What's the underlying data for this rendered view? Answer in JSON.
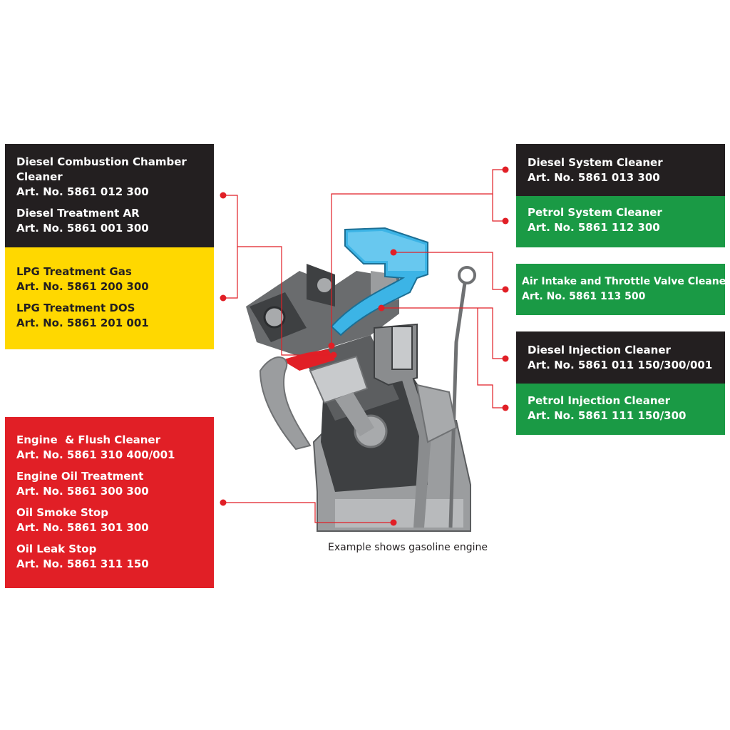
{
  "panels": {
    "diesel_combustion": {
      "color": "#231f20",
      "items": [
        {
          "name": "Diesel Combustion Chamber Cleaner",
          "art": "Art. No. 5861 012 300"
        },
        {
          "name": "Diesel Treatment AR",
          "art": "Art. No. 5861 001 300"
        }
      ]
    },
    "lpg": {
      "color": "#ffd800",
      "items": [
        {
          "name": "LPG Treatment Gas",
          "art": "Art. No. 5861 200 300"
        },
        {
          "name": "LPG Treatment DOS",
          "art": "Art. No. 5861 201 001"
        }
      ]
    },
    "oil": {
      "color": "#e11f26",
      "items": [
        {
          "name": "Engine  & Flush Cleaner",
          "art": "Art. No. 5861 310 400/001"
        },
        {
          "name": "Engine Oil Treatment",
          "art": "Art. No. 5861 300 300"
        },
        {
          "name": "Oil Smoke Stop",
          "art": "Art. No. 5861 301 300"
        },
        {
          "name": "Oil Leak Stop",
          "art": "Art. No. 5861 311 150"
        }
      ]
    },
    "diesel_system": {
      "color": "#231f20",
      "items": [
        {
          "name": "Diesel System Cleaner",
          "art": "Art. No. 5861 013 300"
        }
      ]
    },
    "petrol_system": {
      "color": "#1a9a45",
      "items": [
        {
          "name": "Petrol System Cleaner",
          "art": "Art. No. 5861 112 300"
        }
      ]
    },
    "air_intake": {
      "color": "#1a9a45",
      "items": [
        {
          "name": "Air Intake and Throttle Valve Cleaner",
          "art": "Art. No. 5861 113 500"
        }
      ]
    },
    "diesel_injection": {
      "color": "#231f20",
      "items": [
        {
          "name": "Diesel Injection Cleaner",
          "art": "Art. No. 5861 011 150/300/001"
        }
      ]
    },
    "petrol_injection": {
      "color": "#1a9a45",
      "items": [
        {
          "name": "Petrol Injection Cleaner",
          "art": "Art. No. 5861 111 150/300"
        }
      ]
    }
  },
  "caption": "Example shows gasoline engine",
  "colors": {
    "leader_line": "#e11f26",
    "intake": "#3cb4e6",
    "engine_grey": "#8a8c8e"
  }
}
